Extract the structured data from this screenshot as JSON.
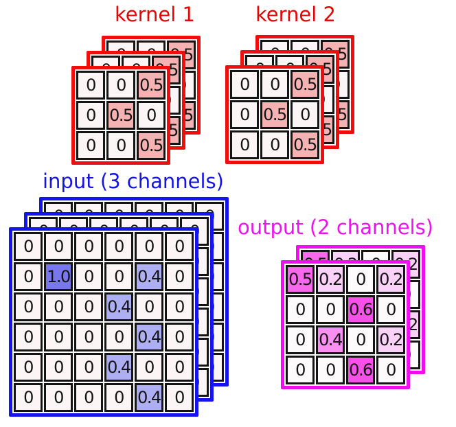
{
  "groups": [
    {
      "name": "kernel-1",
      "title": "kernel 1",
      "title_color": "#e60505",
      "border_color": "#ee0e0e",
      "channels": 3,
      "rows": 3,
      "cols": 3,
      "grid": [
        [
          "0",
          "0",
          "0.5"
        ],
        [
          "0",
          "0.5",
          "0"
        ],
        [
          "0",
          "0",
          "0.5"
        ]
      ],
      "fills": {
        "0": "#fbf6f5",
        "0.5": "#f5b2b2"
      }
    },
    {
      "name": "kernel-2",
      "title": "kernel 2",
      "title_color": "#e60505",
      "border_color": "#ee0e0e",
      "channels": 3,
      "rows": 3,
      "cols": 3,
      "grid": [
        [
          "0",
          "0",
          "0.5"
        ],
        [
          "0",
          "0.5",
          "0"
        ],
        [
          "0",
          "0",
          "0.5"
        ]
      ],
      "fills": {
        "0": "#fbf6f5",
        "0.5": "#f5b2b2"
      }
    },
    {
      "name": "input",
      "title": "input (3 channels)",
      "title_color": "#1515e0",
      "border_color": "#1414ec",
      "channels": 3,
      "rows": 6,
      "cols": 6,
      "grid": [
        [
          "0",
          "0",
          "0",
          "0",
          "0",
          "0"
        ],
        [
          "0",
          "1.0",
          "0",
          "0",
          "0.4",
          "0"
        ],
        [
          "0",
          "0",
          "0",
          "0.4",
          "0",
          "0"
        ],
        [
          "0",
          "0",
          "0",
          "0",
          "0.4",
          "0"
        ],
        [
          "0",
          "0",
          "0",
          "0.4",
          "0",
          "0"
        ],
        [
          "0",
          "0",
          "0",
          "0",
          "0.4",
          "0"
        ]
      ],
      "fills": {
        "0": "#fbf6f5",
        "1.0": "#7878ec",
        "0.4": "#aeaef2"
      }
    },
    {
      "name": "output",
      "title": "output (2 channels)",
      "title_color": "#ee13ee",
      "border_color": "#ee0eee",
      "channels": 2,
      "rows": 4,
      "cols": 4,
      "grid": [
        [
          "0.5",
          "0.2",
          "0",
          "0.2"
        ],
        [
          "0",
          "0",
          "0.6",
          "0"
        ],
        [
          "0",
          "0.4",
          "0",
          "0.2"
        ],
        [
          "0",
          "0",
          "0.6",
          "0"
        ]
      ],
      "fills": {
        "0": "#fdfafc",
        "0.2": "#fbd2f7",
        "0.4": "#f98ff1",
        "0.5": "#f768ec",
        "0.6": "#f551e9"
      }
    }
  ]
}
